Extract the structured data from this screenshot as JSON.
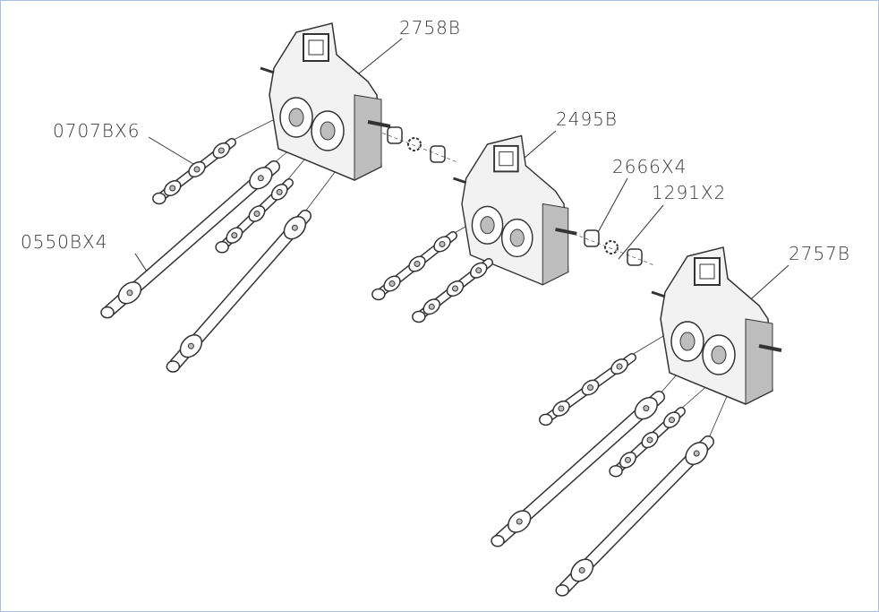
{
  "labels": {
    "gearbox_top": "2758B",
    "short_shaft": "0707BX6",
    "gearbox_middle": "2495B",
    "coupler": "2666X4",
    "coupler_spider": "1291X2",
    "long_shaft": "0550BX4",
    "gearbox_bottom": "2757B"
  },
  "colors": {
    "line": "#333333",
    "fill": "#f2f2f2",
    "shade": "#bdbdbd",
    "border": "#a9c0e2"
  }
}
